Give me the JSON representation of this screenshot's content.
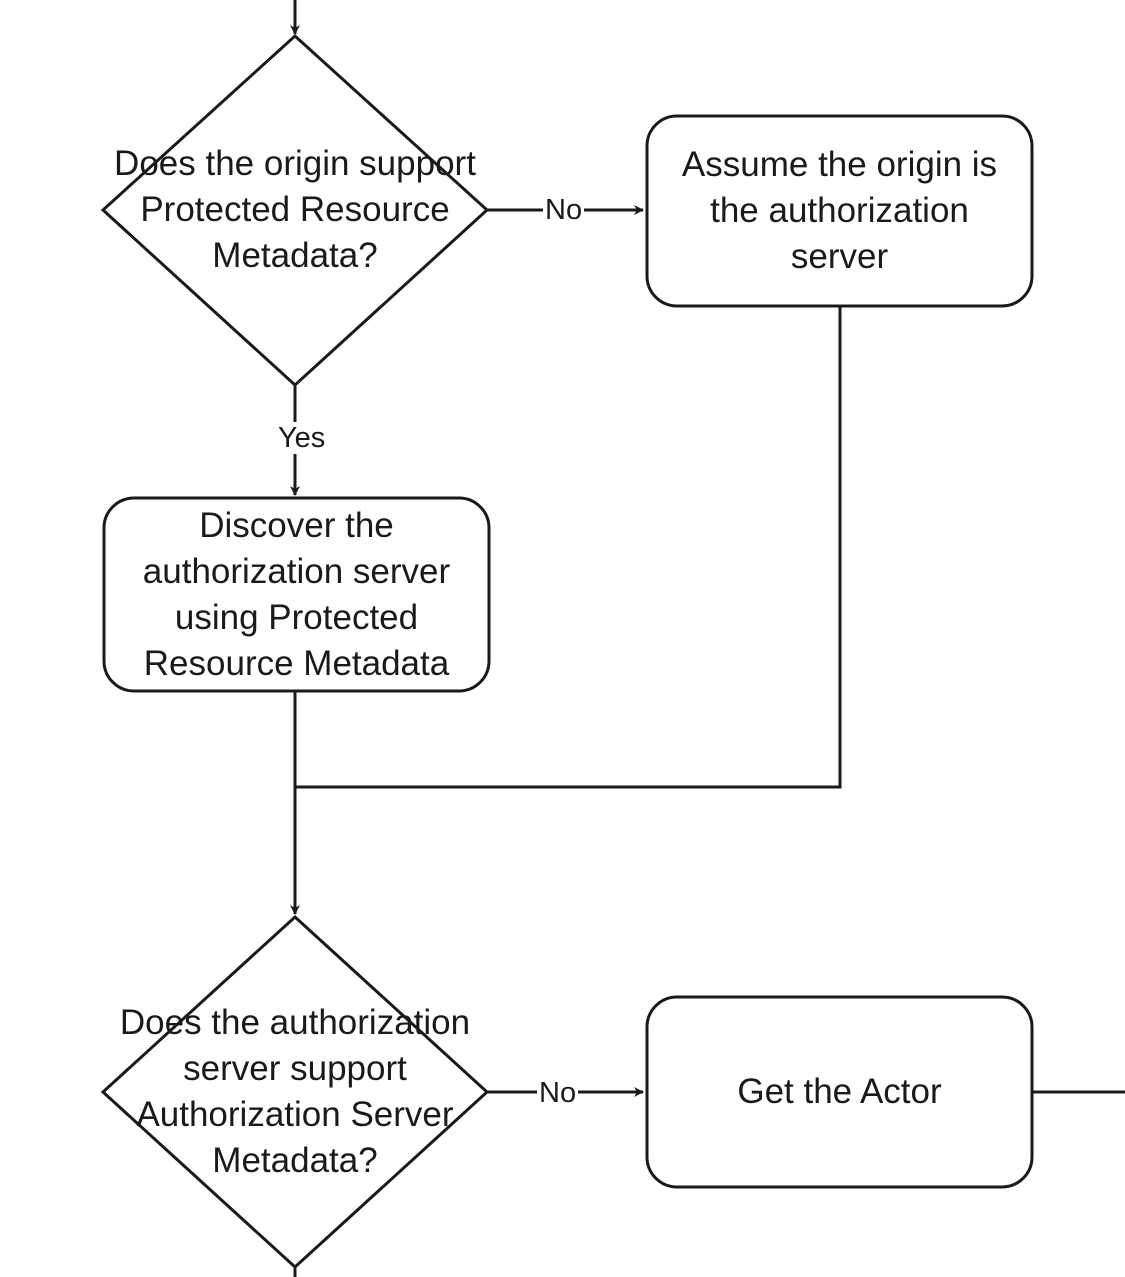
{
  "diagram": {
    "nodes": {
      "decision_prm": "Does the origin support Protected Resource Metadata?",
      "assume_origin": "Assume the origin is the authorization server",
      "discover_as": "Discover the authorization server using Protected Resource Metadata",
      "decision_asm": "Does the authorization server support Authorization Server Metadata?",
      "get_actor": "Get the Actor"
    },
    "edges": {
      "prm_no": "No",
      "prm_yes": "Yes",
      "asm_no": "No"
    }
  },
  "colors": {
    "stroke": "#1a1a1a",
    "fill": "#ffffff",
    "background": "#ffffff"
  }
}
